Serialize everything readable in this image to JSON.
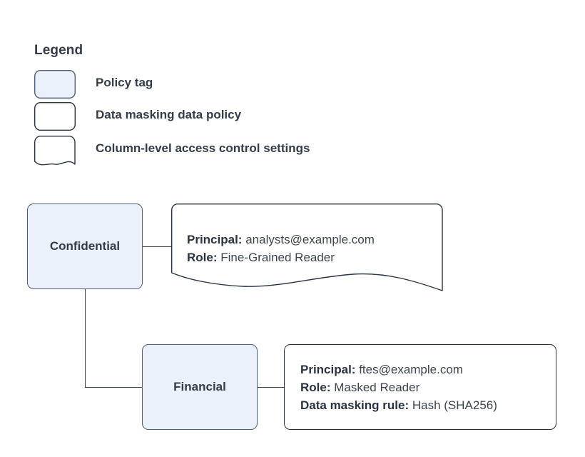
{
  "legend": {
    "title": "Legend",
    "items": [
      {
        "label": "Policy tag",
        "swatch": "filled-rounded-rect",
        "fill": "#eaf1fb",
        "stroke": "#51607a"
      },
      {
        "label": "Data masking data policy",
        "swatch": "rounded-rect",
        "fill": "#ffffff",
        "stroke": "#2b3443"
      },
      {
        "label": "Column-level access control settings",
        "swatch": "wavy-bottom-rect",
        "fill": "#ffffff",
        "stroke": "#2b3443"
      }
    ]
  },
  "diagram": {
    "nodes": [
      {
        "id": "confidential",
        "label": "Confidential"
      },
      {
        "id": "financial",
        "label": "Financial"
      }
    ],
    "callouts": [
      {
        "id": "confidential-access",
        "shape": "wavy-bottom-rect",
        "lines": [
          {
            "key": "Principal:",
            "value": "analysts@example.com"
          },
          {
            "key": "Role:",
            "value": "Fine-Grained Reader"
          }
        ]
      },
      {
        "id": "financial-policy",
        "shape": "rounded-rect",
        "lines": [
          {
            "key": "Principal:",
            "value": "ftes@example.com"
          },
          {
            "key": "Role:",
            "value": "Masked Reader"
          },
          {
            "key": "Data masking rule:",
            "value": "Hash (SHA256)"
          }
        ]
      }
    ]
  },
  "colors": {
    "node_fill": "#eaf1fb",
    "node_stroke": "#51607a",
    "box_stroke": "#2b3443",
    "text": "#343c49",
    "background": "#ffffff"
  }
}
